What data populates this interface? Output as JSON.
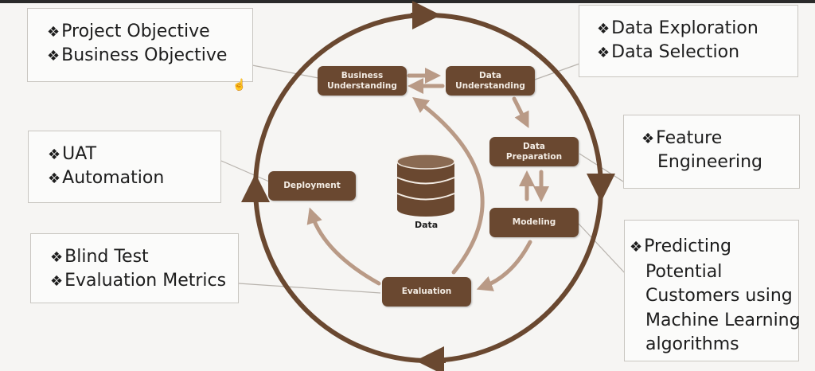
{
  "colors": {
    "ring": "#6a4830",
    "arrow": "#b99a86",
    "node": "#6a4830",
    "node_text": "#f3ece4"
  },
  "nodes": {
    "business_understanding": "Business\nUnderstanding",
    "data_understanding": "Data\nUnderstanding",
    "data_preparation": "Data\nPreparation",
    "modeling": "Modeling",
    "evaluation": "Evaluation",
    "deployment": "Deployment"
  },
  "center": {
    "label": "Data",
    "icon": "database-icon"
  },
  "notes": {
    "business": [
      "Project Objective",
      "Business Objective"
    ],
    "data_understanding": [
      "Data Exploration",
      "Data Selection"
    ],
    "data_preparation": [
      "Feature",
      "Engineering"
    ],
    "modeling": [
      "Predicting",
      "Potential",
      "Customers using",
      "Machine Learning",
      "algorithms"
    ],
    "deployment": [
      "UAT",
      "Automation"
    ],
    "evaluation": [
      "Blind Test",
      "Evaluation Metrics"
    ]
  },
  "bullet": "❖"
}
